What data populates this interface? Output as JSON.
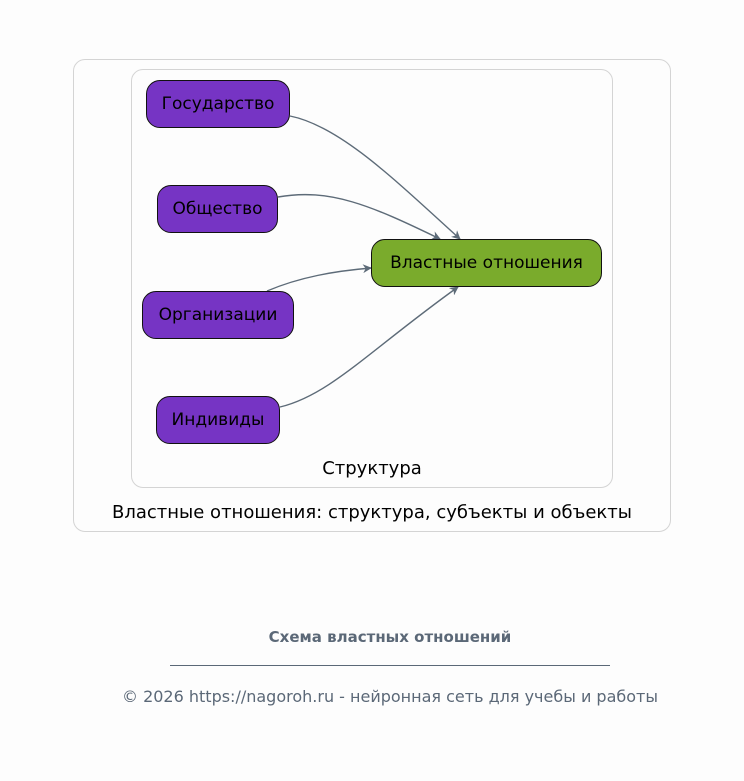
{
  "diagram": {
    "outer_cluster_label": "Властные отношения: структура, субъекты и объекты",
    "inner_cluster_label": "Структура",
    "nodes": {
      "state": "Государство",
      "society": "Общество",
      "organizations": "Организации",
      "individuals": "Индивиды",
      "power_relations": "Властные отношения"
    },
    "edges": [
      {
        "from": "state",
        "to": "power_relations"
      },
      {
        "from": "society",
        "to": "power_relations"
      },
      {
        "from": "organizations",
        "to": "power_relations"
      },
      {
        "from": "individuals",
        "to": "power_relations"
      }
    ],
    "colors": {
      "subject": "#7634c4",
      "target": "#7aab2c",
      "edge": "#5d6b78"
    }
  },
  "footer": {
    "title": "Схема властных отношений",
    "copyright": "© 2026 https://nagoroh.ru - нейронная сеть для учебы и работы"
  }
}
